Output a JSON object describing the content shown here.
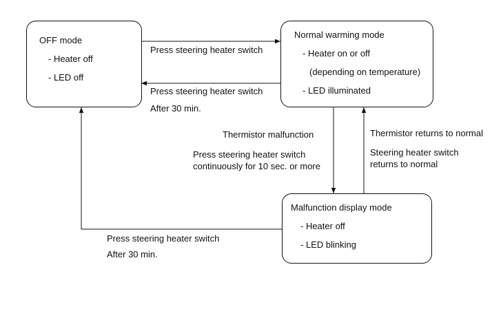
{
  "states": {
    "off": {
      "title": "OFF mode",
      "items": [
        "- Heater off",
        "- LED off"
      ]
    },
    "normal": {
      "title": "Normal warming mode",
      "items": [
        "- Heater on or off",
        "(depending on temperature)",
        "- LED illuminated"
      ]
    },
    "malfunction": {
      "title": "Malfunction display mode",
      "items": [
        "- Heater off",
        "- LED blinking"
      ]
    }
  },
  "transitions": {
    "off_to_normal": "Press steering heater switch",
    "normal_to_off": [
      "Press steering heater switch",
      "After 30 min."
    ],
    "normal_to_malfunction": [
      "Thermistor malfunction",
      "Press steering heater switch",
      "continuously for 10 sec. or more"
    ],
    "malfunction_to_normal": [
      "Thermistor returns to normal",
      "Steering heater switch",
      "returns to normal"
    ],
    "malfunction_to_off": [
      "Press steering heater switch",
      "After 30 min."
    ]
  }
}
